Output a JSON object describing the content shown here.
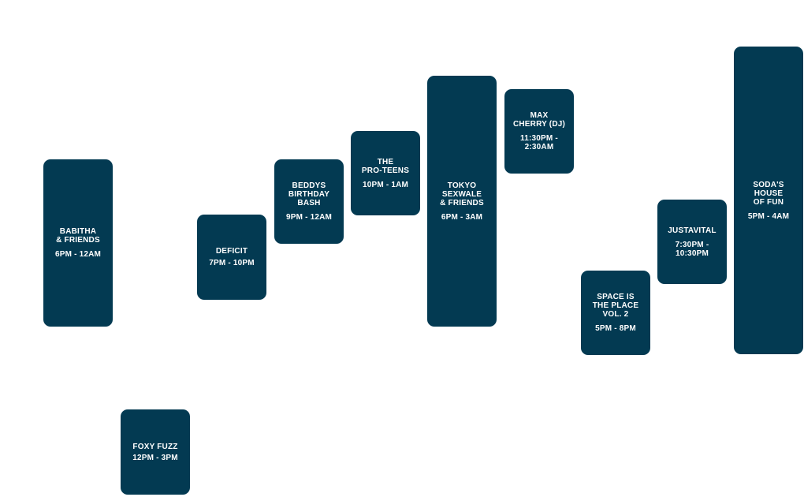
{
  "events": [
    {
      "title": "BABITHA\n& FRIENDS",
      "time": "6PM - 12AM"
    },
    {
      "title": "FOXY FUZZ",
      "time": "12PM - 3PM"
    },
    {
      "title": "DEFICIT",
      "time": "7PM - 10PM"
    },
    {
      "title": "BEDDYS\nBIRTHDAY\nBASH",
      "time": "9PM - 12AM"
    },
    {
      "title": "THE\nPRO-TEENS",
      "time": "10PM - 1AM"
    },
    {
      "title": "TOKYO\nSEXWALE\n& FRIENDS",
      "time": "6PM - 3AM"
    },
    {
      "title": "MAX\nCHERRY (DJ)",
      "time": "11:30PM -\n2:30AM"
    },
    {
      "title": "SPACE IS\nTHE PLACE\nVOL. 2",
      "time": "5PM - 8PM"
    },
    {
      "title": "JUSTAVITAL",
      "time": "7:30PM -\n10:30PM"
    },
    {
      "title": "SODA'S\nHOUSE\nOF FUN",
      "time": "5PM - 4AM"
    }
  ],
  "colors": {
    "card_background": "#033a52",
    "card_text": "#ffffff",
    "page_background": "#ffffff"
  }
}
